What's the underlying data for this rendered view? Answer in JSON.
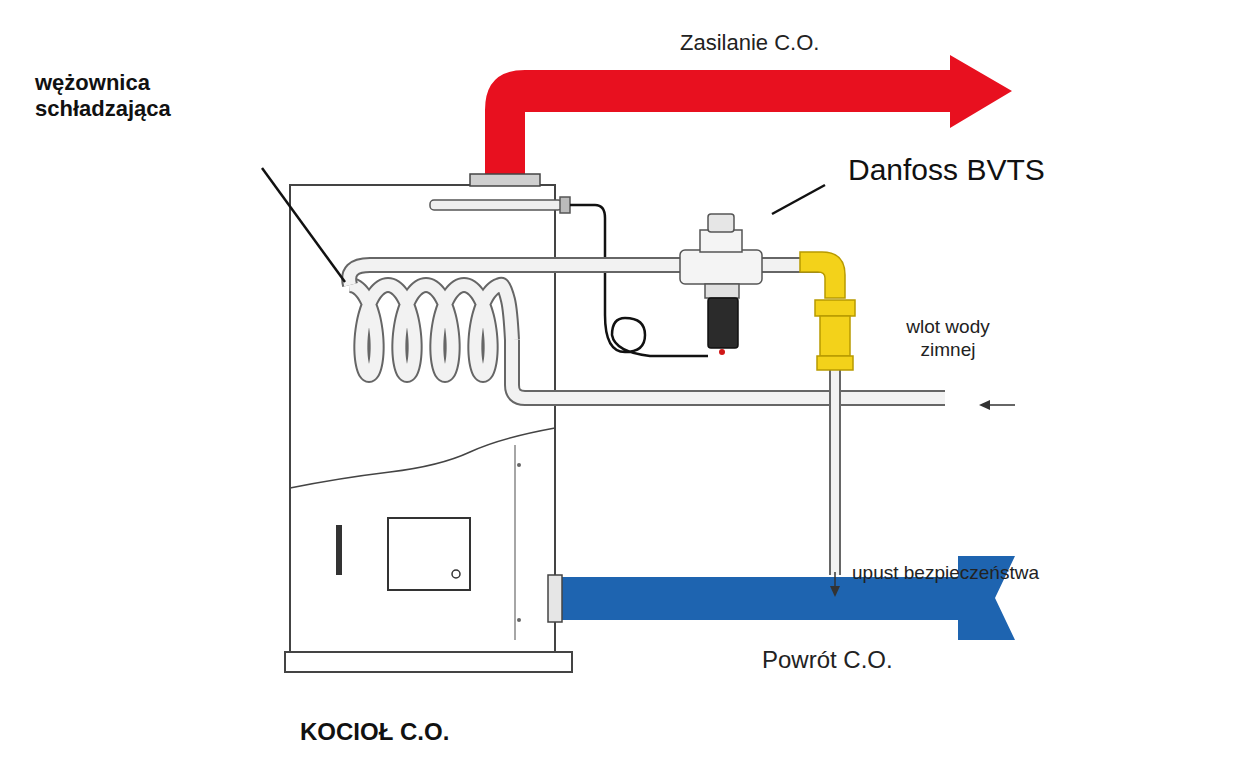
{
  "diagram": {
    "labels": [
      "Zasilanie C.O.",
      "wężownica schładzająca",
      "Danfoss BVTS",
      "wlot wody zimnej",
      "upust bezpieczeństwa",
      "Powrót C.O.",
      "KOCIOŁ C.O."
    ]
  }
}
